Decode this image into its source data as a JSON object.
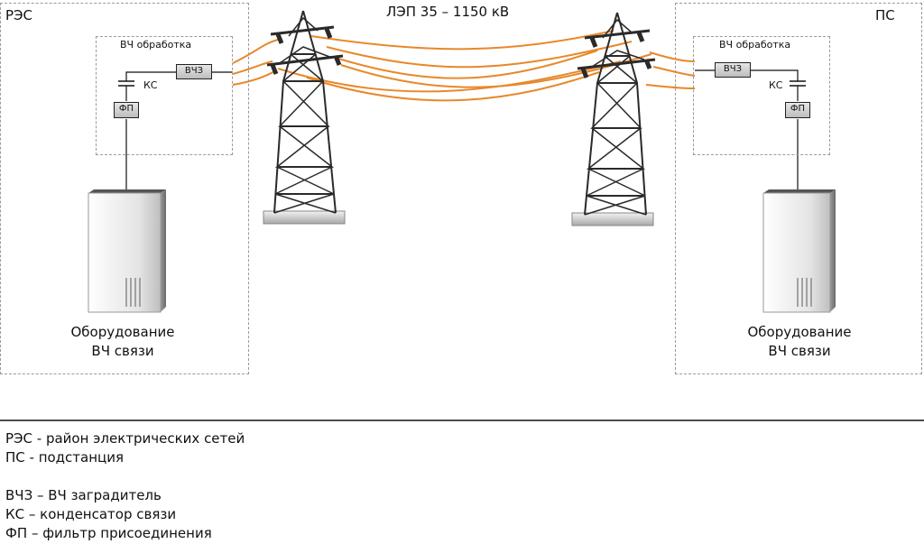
{
  "title": "ЛЭП 35 – 1150 кВ",
  "left": {
    "region_label": "РЭС",
    "processing_label": "ВЧ обработка",
    "trap_label": "ВЧЗ",
    "capacitor_label": "КС",
    "filter_label": "ФП",
    "equipment_line1": "Оборудование",
    "equipment_line2": "ВЧ связи"
  },
  "right": {
    "region_label": "ПС",
    "processing_label": "ВЧ обработка",
    "trap_label": "ВЧЗ",
    "capacitor_label": "КС",
    "filter_label": "ФП",
    "equipment_line1": "Оборудование",
    "equipment_line2": "ВЧ связи"
  },
  "legend": [
    "РЭС - район электрических сетей",
    "ПС - подстанция",
    "",
    "ВЧЗ – ВЧ заградитель",
    "КС – конденсатор связи",
    "ФП – фильтр присоединения"
  ],
  "colors": {
    "wire": "#e8882a",
    "tower": "#2a2a2a",
    "frame": "#9a9a9a"
  }
}
